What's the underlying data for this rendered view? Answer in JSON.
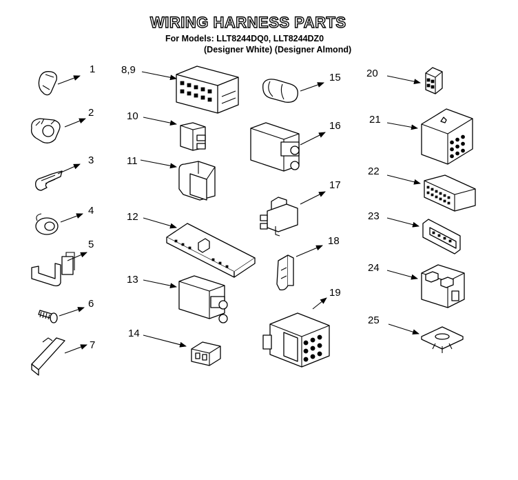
{
  "title": "WIRING HARNESS PARTS",
  "models_line": "For Models: LLT8244DQ0,  LLT8244DZ0",
  "variants_line": "(Designer White) (Designer Almond)",
  "parts": [
    {
      "id": "p1",
      "label": "1"
    },
    {
      "id": "p2",
      "label": "2"
    },
    {
      "id": "p3",
      "label": "3"
    },
    {
      "id": "p4",
      "label": "4"
    },
    {
      "id": "p5",
      "label": "5"
    },
    {
      "id": "p6",
      "label": "6"
    },
    {
      "id": "p7",
      "label": "7"
    },
    {
      "id": "p89",
      "label": "8,9"
    },
    {
      "id": "p10",
      "label": "10"
    },
    {
      "id": "p11",
      "label": "11"
    },
    {
      "id": "p12",
      "label": "12"
    },
    {
      "id": "p13",
      "label": "13"
    },
    {
      "id": "p14",
      "label": "14"
    },
    {
      "id": "p15",
      "label": "15"
    },
    {
      "id": "p16",
      "label": "16"
    },
    {
      "id": "p17",
      "label": "17"
    },
    {
      "id": "p18",
      "label": "18"
    },
    {
      "id": "p19",
      "label": "19"
    },
    {
      "id": "p20",
      "label": "20"
    },
    {
      "id": "p21",
      "label": "21"
    },
    {
      "id": "p22",
      "label": "22"
    },
    {
      "id": "p23",
      "label": "23"
    },
    {
      "id": "p24",
      "label": "24"
    },
    {
      "id": "p25",
      "label": "25"
    }
  ]
}
